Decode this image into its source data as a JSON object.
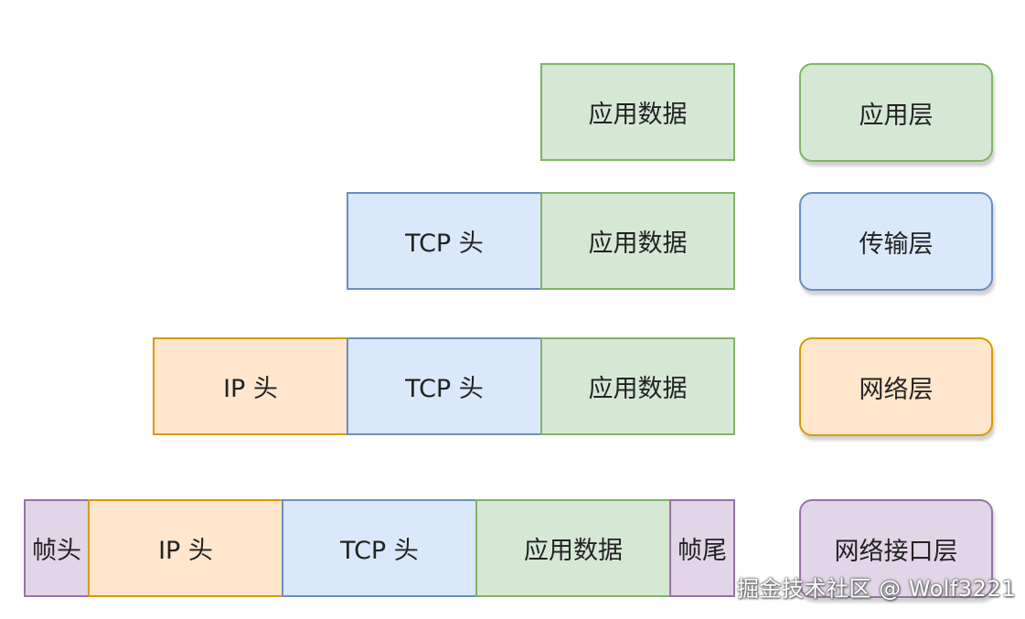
{
  "rows": {
    "application": {
      "segments": [
        {
          "label": "应用数据",
          "kind": "app-data"
        }
      ]
    },
    "transport": {
      "segments": [
        {
          "label": "TCP 头",
          "kind": "tcp-header"
        },
        {
          "label": "应用数据",
          "kind": "app-data"
        }
      ]
    },
    "network": {
      "segments": [
        {
          "label": "IP 头",
          "kind": "ip-header"
        },
        {
          "label": "TCP 头",
          "kind": "tcp-header"
        },
        {
          "label": "应用数据",
          "kind": "app-data"
        }
      ]
    },
    "link": {
      "segments": [
        {
          "label": "帧头",
          "kind": "frame-header"
        },
        {
          "label": "IP 头",
          "kind": "ip-header"
        },
        {
          "label": "TCP 头",
          "kind": "tcp-header"
        },
        {
          "label": "应用数据",
          "kind": "app-data"
        },
        {
          "label": "帧尾",
          "kind": "frame-trailer"
        }
      ]
    }
  },
  "layers": [
    {
      "label": "应用层"
    },
    {
      "label": "传输层"
    },
    {
      "label": "网络层"
    },
    {
      "label": "网络接口层"
    }
  ],
  "colors": {
    "green_fill": "#d5e8d4",
    "green_stroke": "#82b366",
    "blue_fill": "#dae8fc",
    "blue_stroke": "#6c8ebf",
    "orange_fill": "#ffe6cc",
    "orange_stroke": "#d79b00",
    "purple_fill": "#e1d5e7",
    "purple_stroke": "#9673a6"
  },
  "watermark": "掘金技术社区 @ Wolf3221"
}
